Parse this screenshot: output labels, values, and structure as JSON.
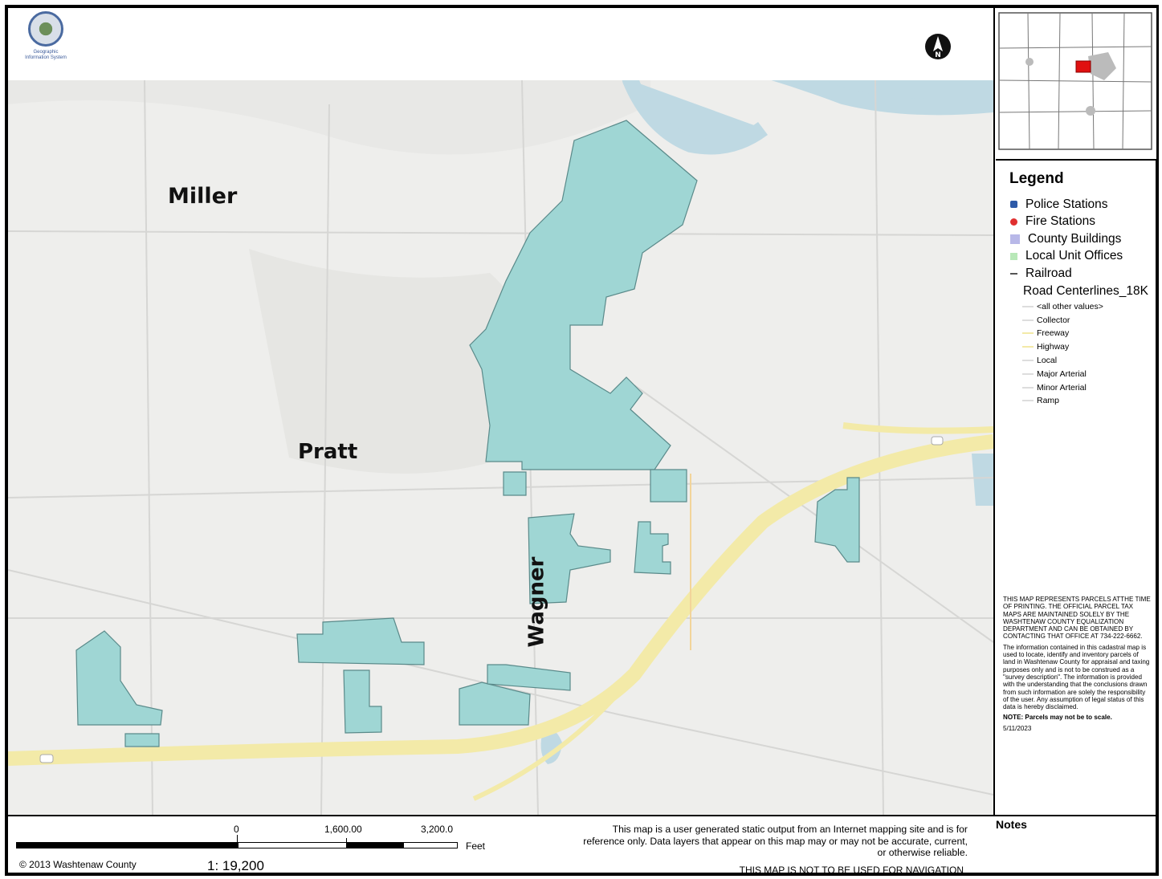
{
  "logo": {
    "text": "Geographic Information System"
  },
  "map_labels": {
    "miller": "Miller",
    "pratt": "Pratt",
    "wagner": "Wagner"
  },
  "legend": {
    "title": "Legend",
    "items": [
      {
        "label": "Police Stations",
        "color": "#2e5aa8"
      },
      {
        "label": "Fire Stations",
        "color": "#e03030"
      },
      {
        "label": "County Buildings",
        "color": "#b8b8e8"
      },
      {
        "label": "Local Unit Offices",
        "color": "#b8e8b8"
      },
      {
        "label": "Railroad",
        "color": "#555555"
      }
    ],
    "road_header": "Road Centerlines_18K",
    "road_items": [
      "<all other values>",
      "Collector",
      "Freeway",
      "Highway",
      "Local",
      "Major Arterial",
      "Minor Arterial",
      "Ramp"
    ]
  },
  "disclaimer": {
    "p1": "THIS MAP REPRESENTS PARCELS ATTHE TIME OF PRINTING.  THE OFFICIAL PARCEL TAX MAPS ARE MAINTAINED SOLELY BY THE WASHTENAW COUNTY EQUALIZATION DEPARTMENT AND CAN BE OBTAINED BY CONTACTING THAT OFFICE AT 734-222-6662.",
    "p2": "The information contained in this cadastral map is used to locate, identify and inventory parcels of land in Washtenaw County for appraisal and taxing  purposes only and is not to be construed as a \"survey description\". The information is provided with the understanding that the conclusions drawn from such  information are solely the responsibility of the user. Any assumption of legal status of this data is hereby disclaimed.",
    "note": "NOTE: Parcels may not be to scale.",
    "date": "5/11/2023"
  },
  "notes": {
    "title": "Notes"
  },
  "scale": {
    "n0": "0",
    "n1": "1,600.00",
    "n2": "3,200.0",
    "unit": "Feet",
    "ratio": "1: 19,200"
  },
  "copyright": "© 2013 Washtenaw County",
  "statement": "This map is a user generated static output from an Internet mapping site and is for reference only. Data layers that appear on this map may or may not be accurate, current, or otherwise reliable.",
  "nav_warning": "THIS MAP IS NOT TO BE USED FOR NAVIGATION",
  "colors": {
    "parcel": "#9fd6d4",
    "water": "#bfd9e3",
    "highway": "#f3eaa8",
    "base": "#eeeeec"
  }
}
